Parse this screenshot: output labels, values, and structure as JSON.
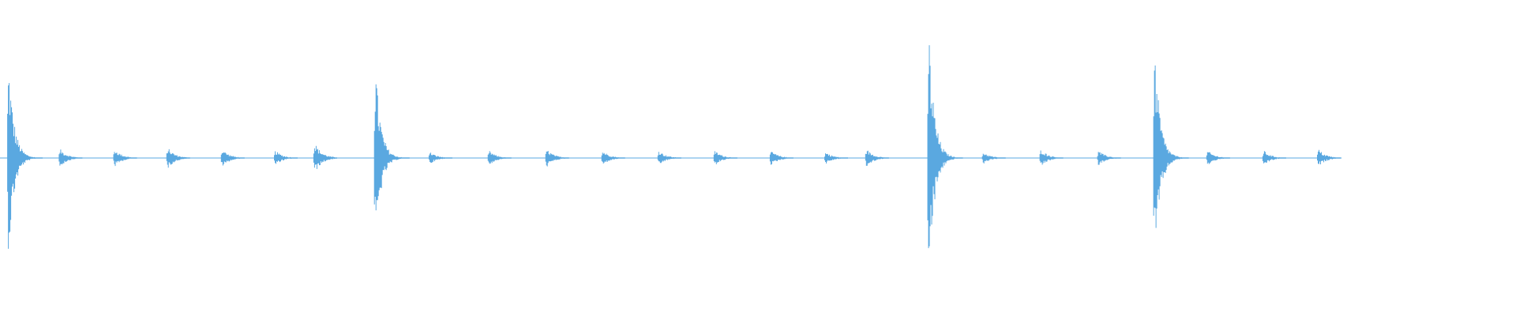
{
  "waveform": {
    "color": "#5aa8e0",
    "background": "#ffffff",
    "events": [
      {
        "t": 0.005,
        "amp": 0.64,
        "kind": "major"
      },
      {
        "t": 0.039,
        "amp": 0.06,
        "kind": "minor"
      },
      {
        "t": 0.075,
        "amp": 0.06,
        "kind": "minor"
      },
      {
        "t": 0.11,
        "amp": 0.07,
        "kind": "minor"
      },
      {
        "t": 0.146,
        "amp": 0.06,
        "kind": "minor"
      },
      {
        "t": 0.181,
        "amp": 0.05,
        "kind": "minor"
      },
      {
        "t": 0.207,
        "amp": 0.1,
        "kind": "minor"
      },
      {
        "t": 0.247,
        "amp": 0.6,
        "kind": "major"
      },
      {
        "t": 0.283,
        "amp": 0.04,
        "kind": "minor"
      },
      {
        "t": 0.322,
        "amp": 0.05,
        "kind": "minor"
      },
      {
        "t": 0.36,
        "amp": 0.06,
        "kind": "minor"
      },
      {
        "t": 0.397,
        "amp": 0.05,
        "kind": "minor"
      },
      {
        "t": 0.434,
        "amp": 0.05,
        "kind": "minor"
      },
      {
        "t": 0.471,
        "amp": 0.05,
        "kind": "minor"
      },
      {
        "t": 0.508,
        "amp": 0.05,
        "kind": "minor"
      },
      {
        "t": 0.544,
        "amp": 0.04,
        "kind": "minor"
      },
      {
        "t": 0.571,
        "amp": 0.06,
        "kind": "minor"
      },
      {
        "t": 0.612,
        "amp": 0.85,
        "kind": "major"
      },
      {
        "t": 0.648,
        "amp": 0.04,
        "kind": "minor"
      },
      {
        "t": 0.686,
        "amp": 0.06,
        "kind": "minor"
      },
      {
        "t": 0.724,
        "amp": 0.05,
        "kind": "minor"
      },
      {
        "t": 0.761,
        "amp": 0.72,
        "kind": "major"
      },
      {
        "t": 0.796,
        "amp": 0.05,
        "kind": "minor"
      },
      {
        "t": 0.833,
        "amp": 0.05,
        "kind": "minor"
      },
      {
        "t": 0.869,
        "amp": 0.06,
        "kind": "minor"
      }
    ],
    "end_t": 0.885
  }
}
